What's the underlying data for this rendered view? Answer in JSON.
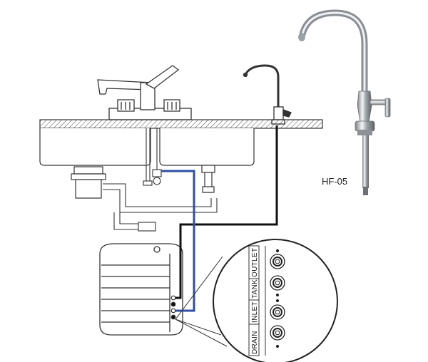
{
  "faucet_model": "HF-05",
  "ports": {
    "outlet": "OUTLET",
    "tank": "TANK",
    "inlet": "INLET",
    "drain": "DRAIN"
  },
  "icons": [
    "faucet-icon",
    "sink-icon",
    "ro-unit-icon",
    "port-fitting-icon"
  ],
  "colors": {
    "feed_line": "#2f4fa3",
    "product_line": "#111111",
    "chrome": "#b8bcc0"
  }
}
